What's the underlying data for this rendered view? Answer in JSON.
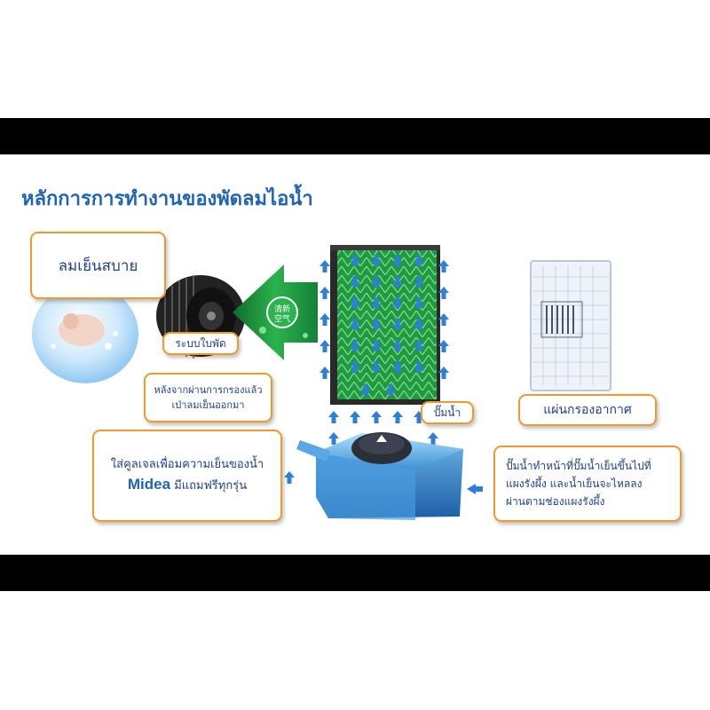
{
  "title": "หลักการการทำงานของพัดลมไอน้ำ",
  "labels": {
    "cool_breeze": "ลมเย็นสบาย",
    "fan_system": "ระบบใบพัด",
    "after_filter": [
      "หลังจากผ่านการกรองแล้ว",
      "เป่าลมเย็นออกมา"
    ],
    "water_pump": "ปั๊มน้ำ",
    "air_filter": "แผ่นกรองอากาศ",
    "cool_gel": [
      "ใส่คูลเจลเพื่อมความเย็นของน้ำ"
    ],
    "brand": "Midea",
    "free_gift": "มีแถมฟรีทุกรุ่น",
    "pump_desc": [
      "ปั๊มน้ำทำหน้าที่ปั๊มน้ำเย็นขึ้นไปที่",
      "แผงรังผึ้ง  และน้ำเย็นจะไหลลง",
      "ผ่านตามช่องแผงรังผึ้ง"
    ]
  },
  "badge_text": [
    "清新",
    "空气"
  ],
  "colors": {
    "accent_border": "#ef9a2d",
    "title": "#1d63b8",
    "text": "#1f3f8f",
    "honeycomb": "#1f9a3e",
    "arrow": "#2f7fd8",
    "green_arrow": "#1aa34a"
  }
}
